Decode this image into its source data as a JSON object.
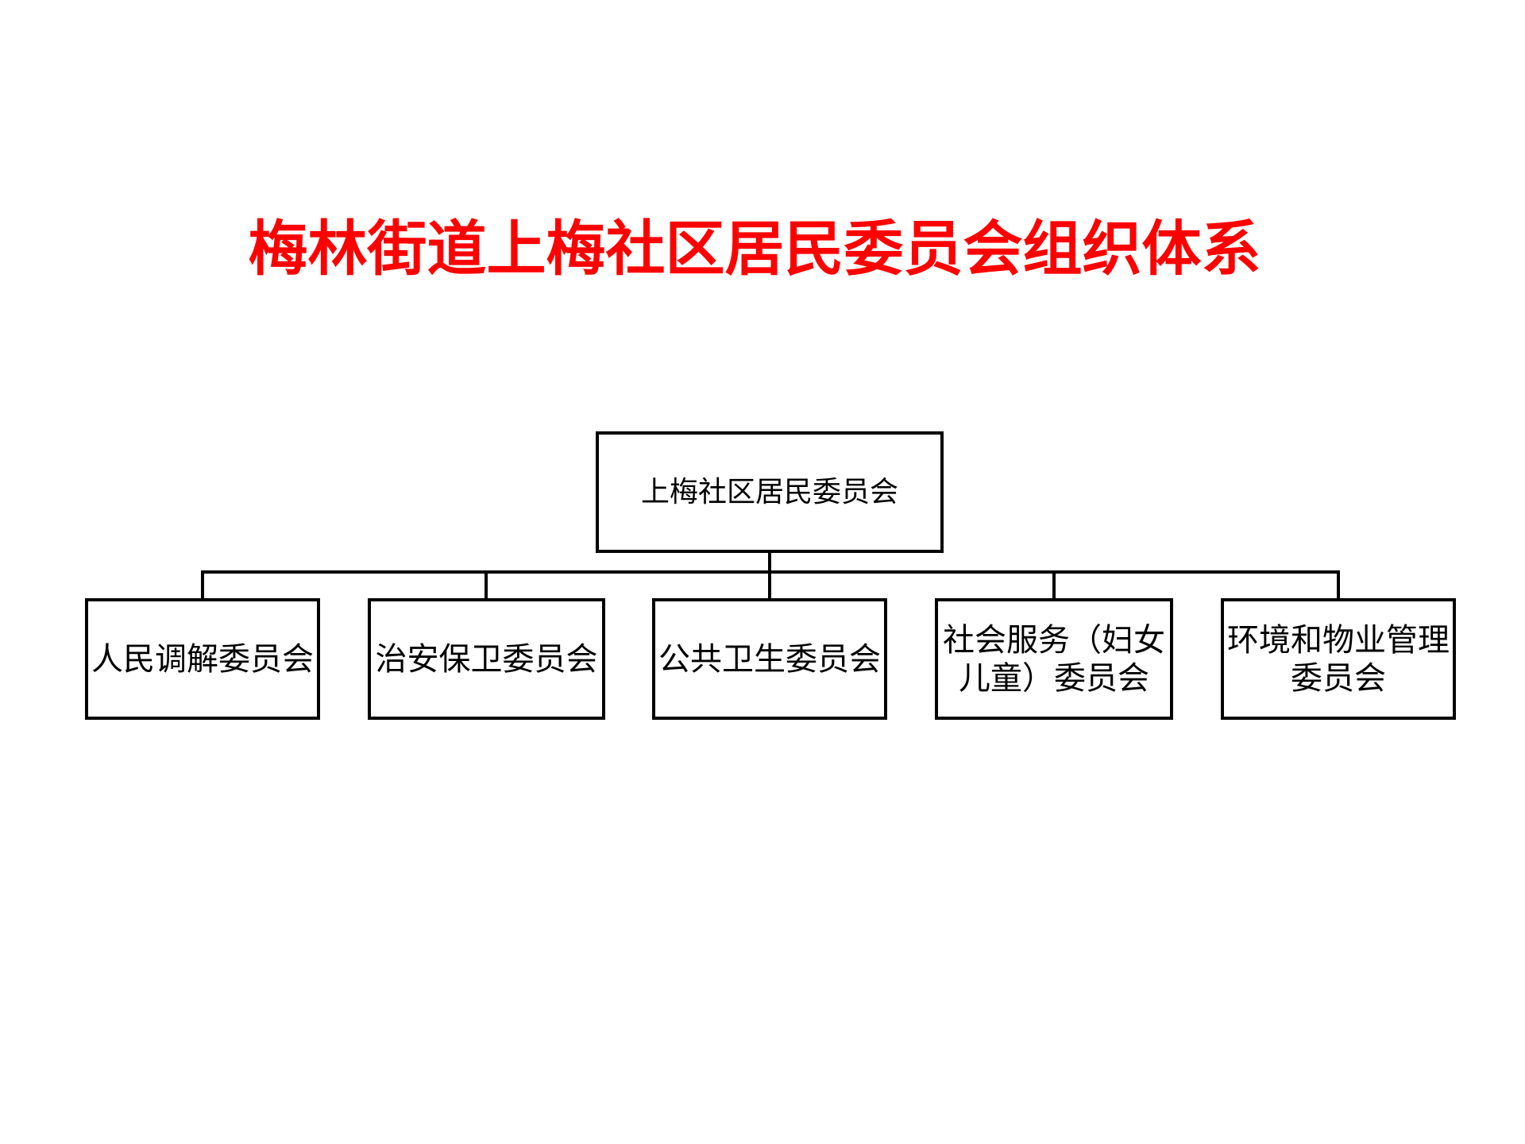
{
  "page": {
    "background_color": "#ffffff",
    "title": "梅林街道上梅社区居民委员会组织体系",
    "title_color": "#ff0000"
  },
  "chart": {
    "type": "org-chart",
    "line_color": "#000000",
    "box_border_color": "#000000",
    "box_fill_color": "#ffffff",
    "box_text_color": "#000000",
    "root": {
      "label": "上梅社区居民委员会"
    },
    "children": [
      {
        "label": "人民调解委员会"
      },
      {
        "label": "治安保卫委员会"
      },
      {
        "label": "公共卫生委员会"
      },
      {
        "label": "社会服务（妇女儿童）委员会"
      },
      {
        "label": "环境和物业管理委员会"
      }
    ]
  }
}
